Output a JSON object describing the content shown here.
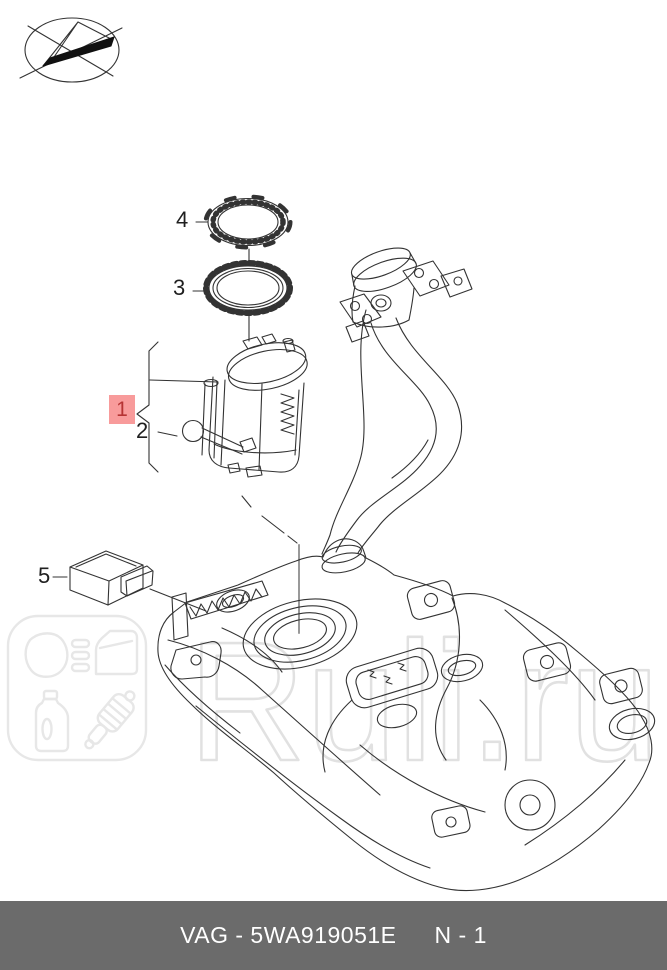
{
  "diagram": {
    "callouts": [
      {
        "id": "callout-1",
        "label": "1",
        "highlighted": true
      },
      {
        "id": "callout-2",
        "label": "2",
        "highlighted": false
      },
      {
        "id": "callout-3",
        "label": "3",
        "highlighted": false
      },
      {
        "id": "callout-4",
        "label": "4",
        "highlighted": false
      },
      {
        "id": "callout-5",
        "label": "5",
        "highlighted": false
      }
    ],
    "watermark": {
      "site": "Ruli.ru",
      "icons": [
        "headlight-icon",
        "car-door-icon",
        "oil-canister-icon",
        "shock-absorber-icon"
      ]
    }
  },
  "footer": {
    "part_number": "VAG - 5WA919051E",
    "page": "N - 1"
  },
  "colors": {
    "line": "#333333",
    "highlight_bg": "#f89b9b",
    "highlight_text": "#b63434",
    "watermark": "#e2e2e2",
    "footer_bg": "#6b6b6b",
    "footer_text": "#ffffff"
  }
}
